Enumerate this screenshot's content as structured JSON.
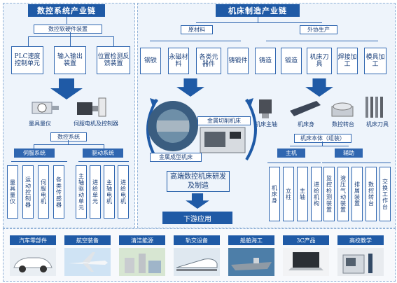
{
  "left": {
    "title": "数控系统产业链",
    "subtitle": "数控软硬件装置",
    "items": [
      "PLC速度控制单元",
      "输入输出装置",
      "位置检测反馈装置"
    ]
  },
  "left_products": [
    "量具量仪",
    "伺服电机及控制器"
  ],
  "cnc": {
    "title": "数控系统",
    "servo": {
      "title": "伺服系统",
      "items": [
        "量具量仪",
        "运动控制器",
        "伺服电机",
        "各类传感器"
      ]
    },
    "drive": {
      "title": "驱动系统",
      "items": [
        "主轴驱动单元",
        "进给单元",
        "主轴电机",
        "进给电机"
      ]
    }
  },
  "right": {
    "title": "机床制造产业链",
    "raw": {
      "title": "原材料",
      "items": [
        "钢铁",
        "永磁材料",
        "各类元器件",
        "铸锻件"
      ]
    },
    "outsource": {
      "title": "外协生产",
      "items": [
        "铸造",
        "锻造",
        "机床刀具",
        "焊接加工",
        "模具加工"
      ]
    }
  },
  "right_products": [
    "机床主轴",
    "机床身",
    "数控转台",
    "机床刀具"
  ],
  "body": {
    "title": "机床本体（组装）",
    "main": {
      "title": "主机",
      "items": [
        "机床身",
        "立柱",
        "主轴",
        "进给机构"
      ]
    },
    "aux": {
      "title": "辅助",
      "items": [
        "监控检测装置",
        "液压气动装置",
        "排屑装置",
        "数控转台",
        "交换工作台"
      ]
    }
  },
  "center": {
    "formed_label": "金属成型机床",
    "cutting_label": "金属切削机床",
    "core": "高端数控机床研发及制造",
    "downstream": "下游应用"
  },
  "apps": [
    "汽车零部件",
    "航空装备",
    "清洁能源",
    "轨交设备",
    "船舶海工",
    "3C产品",
    "高校教学"
  ]
}
